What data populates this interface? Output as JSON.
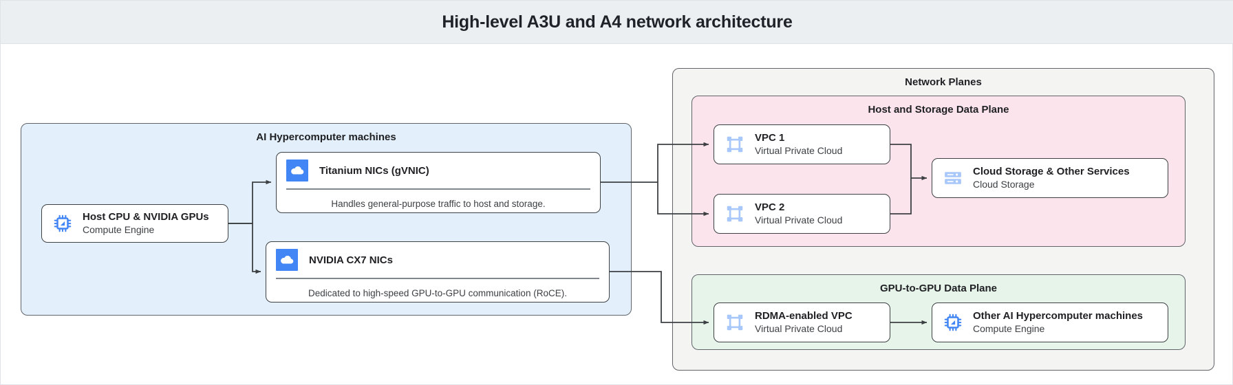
{
  "header": {
    "title": "High-level A3U and A4 network architecture"
  },
  "colors": {
    "header_bg": "#eceff1",
    "machines_panel": "#e3f0fc",
    "network_planes_panel": "#f4f4f3",
    "host_storage_plane": "#fce4ec",
    "gpu_plane": "#e6f4ea",
    "stroke": "#3c4043",
    "icon_blue": "#4285f4",
    "icon_light_blue": "#a8c7fa"
  },
  "machines_panel": {
    "title": "AI Hypercomputer machines",
    "host": {
      "title": "Host CPU & NVIDIA GPUs",
      "subtitle": "Compute Engine",
      "icon": "cpu-chip-icon"
    },
    "nics": [
      {
        "title": "Titanium NICs (gVNIC)",
        "caption": "Handles general-purpose traffic to host and storage.",
        "icon": "cloud-icon"
      },
      {
        "title": "NVIDIA CX7 NICs",
        "caption": "Dedicated to high-speed GPU-to-GPU communication (RoCE).",
        "icon": "cloud-icon"
      }
    ]
  },
  "network_planes": {
    "title": "Network Planes",
    "host_storage_plane": {
      "title": "Host and Storage Data Plane",
      "vpcs": [
        {
          "title": "VPC 1",
          "subtitle": "Virtual Private Cloud",
          "icon": "vpc-icon"
        },
        {
          "title": "VPC 2",
          "subtitle": "Virtual Private Cloud",
          "icon": "vpc-icon"
        }
      ],
      "storage": {
        "title": "Cloud Storage & Other Services",
        "subtitle": "Cloud Storage",
        "icon": "storage-rack-icon"
      }
    },
    "gpu_plane": {
      "title": "GPU-to-GPU Data Plane",
      "vpc": {
        "title": "RDMA-enabled VPC",
        "subtitle": "Virtual Private Cloud",
        "icon": "vpc-icon"
      },
      "machines": {
        "title": "Other AI Hypercomputer machines",
        "subtitle": "Compute Engine",
        "icon": "cpu-chip-icon"
      }
    }
  }
}
